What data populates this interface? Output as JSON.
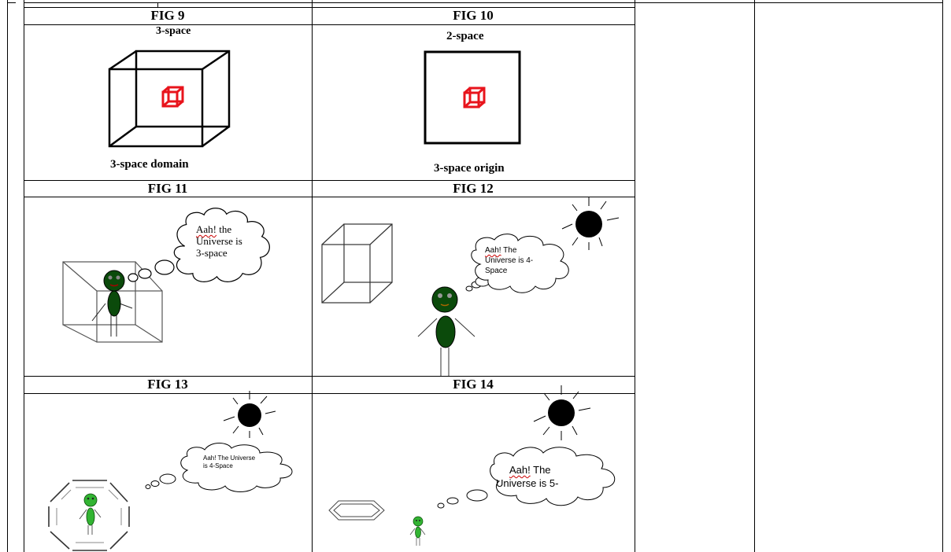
{
  "panels": {
    "fig9": {
      "title": "FIG 9",
      "top_label": "3-space",
      "bottom_label": "3-space domain"
    },
    "fig10": {
      "title": "FIG 10",
      "top_label": "2-space",
      "bottom_label": "3-space origin"
    },
    "fig11": {
      "title": "FIG 11",
      "bubble_word": "Aah!",
      "bubble_rest1": " the",
      "bubble_line2": "Universe is",
      "bubble_line3": "3-space"
    },
    "fig12": {
      "title": "FIG 12",
      "bubble_word": "Aah!",
      "bubble_rest1": " The",
      "bubble_line2": "Universe is 4-",
      "bubble_line3": "Space"
    },
    "fig13": {
      "title": "FIG 13",
      "bubble_line1": "Aah! The Universe",
      "bubble_line2": "is 4-Space"
    },
    "fig14": {
      "title": "FIG 14",
      "bubble_word": "Aah!",
      "bubble_rest1": " The",
      "bubble_line2": "Universe is 5-"
    }
  },
  "colors": {
    "red_cube": "#e8141c",
    "figure_green_dark": "#0b4a0b",
    "figure_green_light": "#32b432",
    "sun": "#000000"
  },
  "icons": [
    "cube-icon",
    "sun-icon",
    "thought-bubble-icon",
    "stick-figure-icon",
    "octagon-icon",
    "hexagon-icon"
  ]
}
